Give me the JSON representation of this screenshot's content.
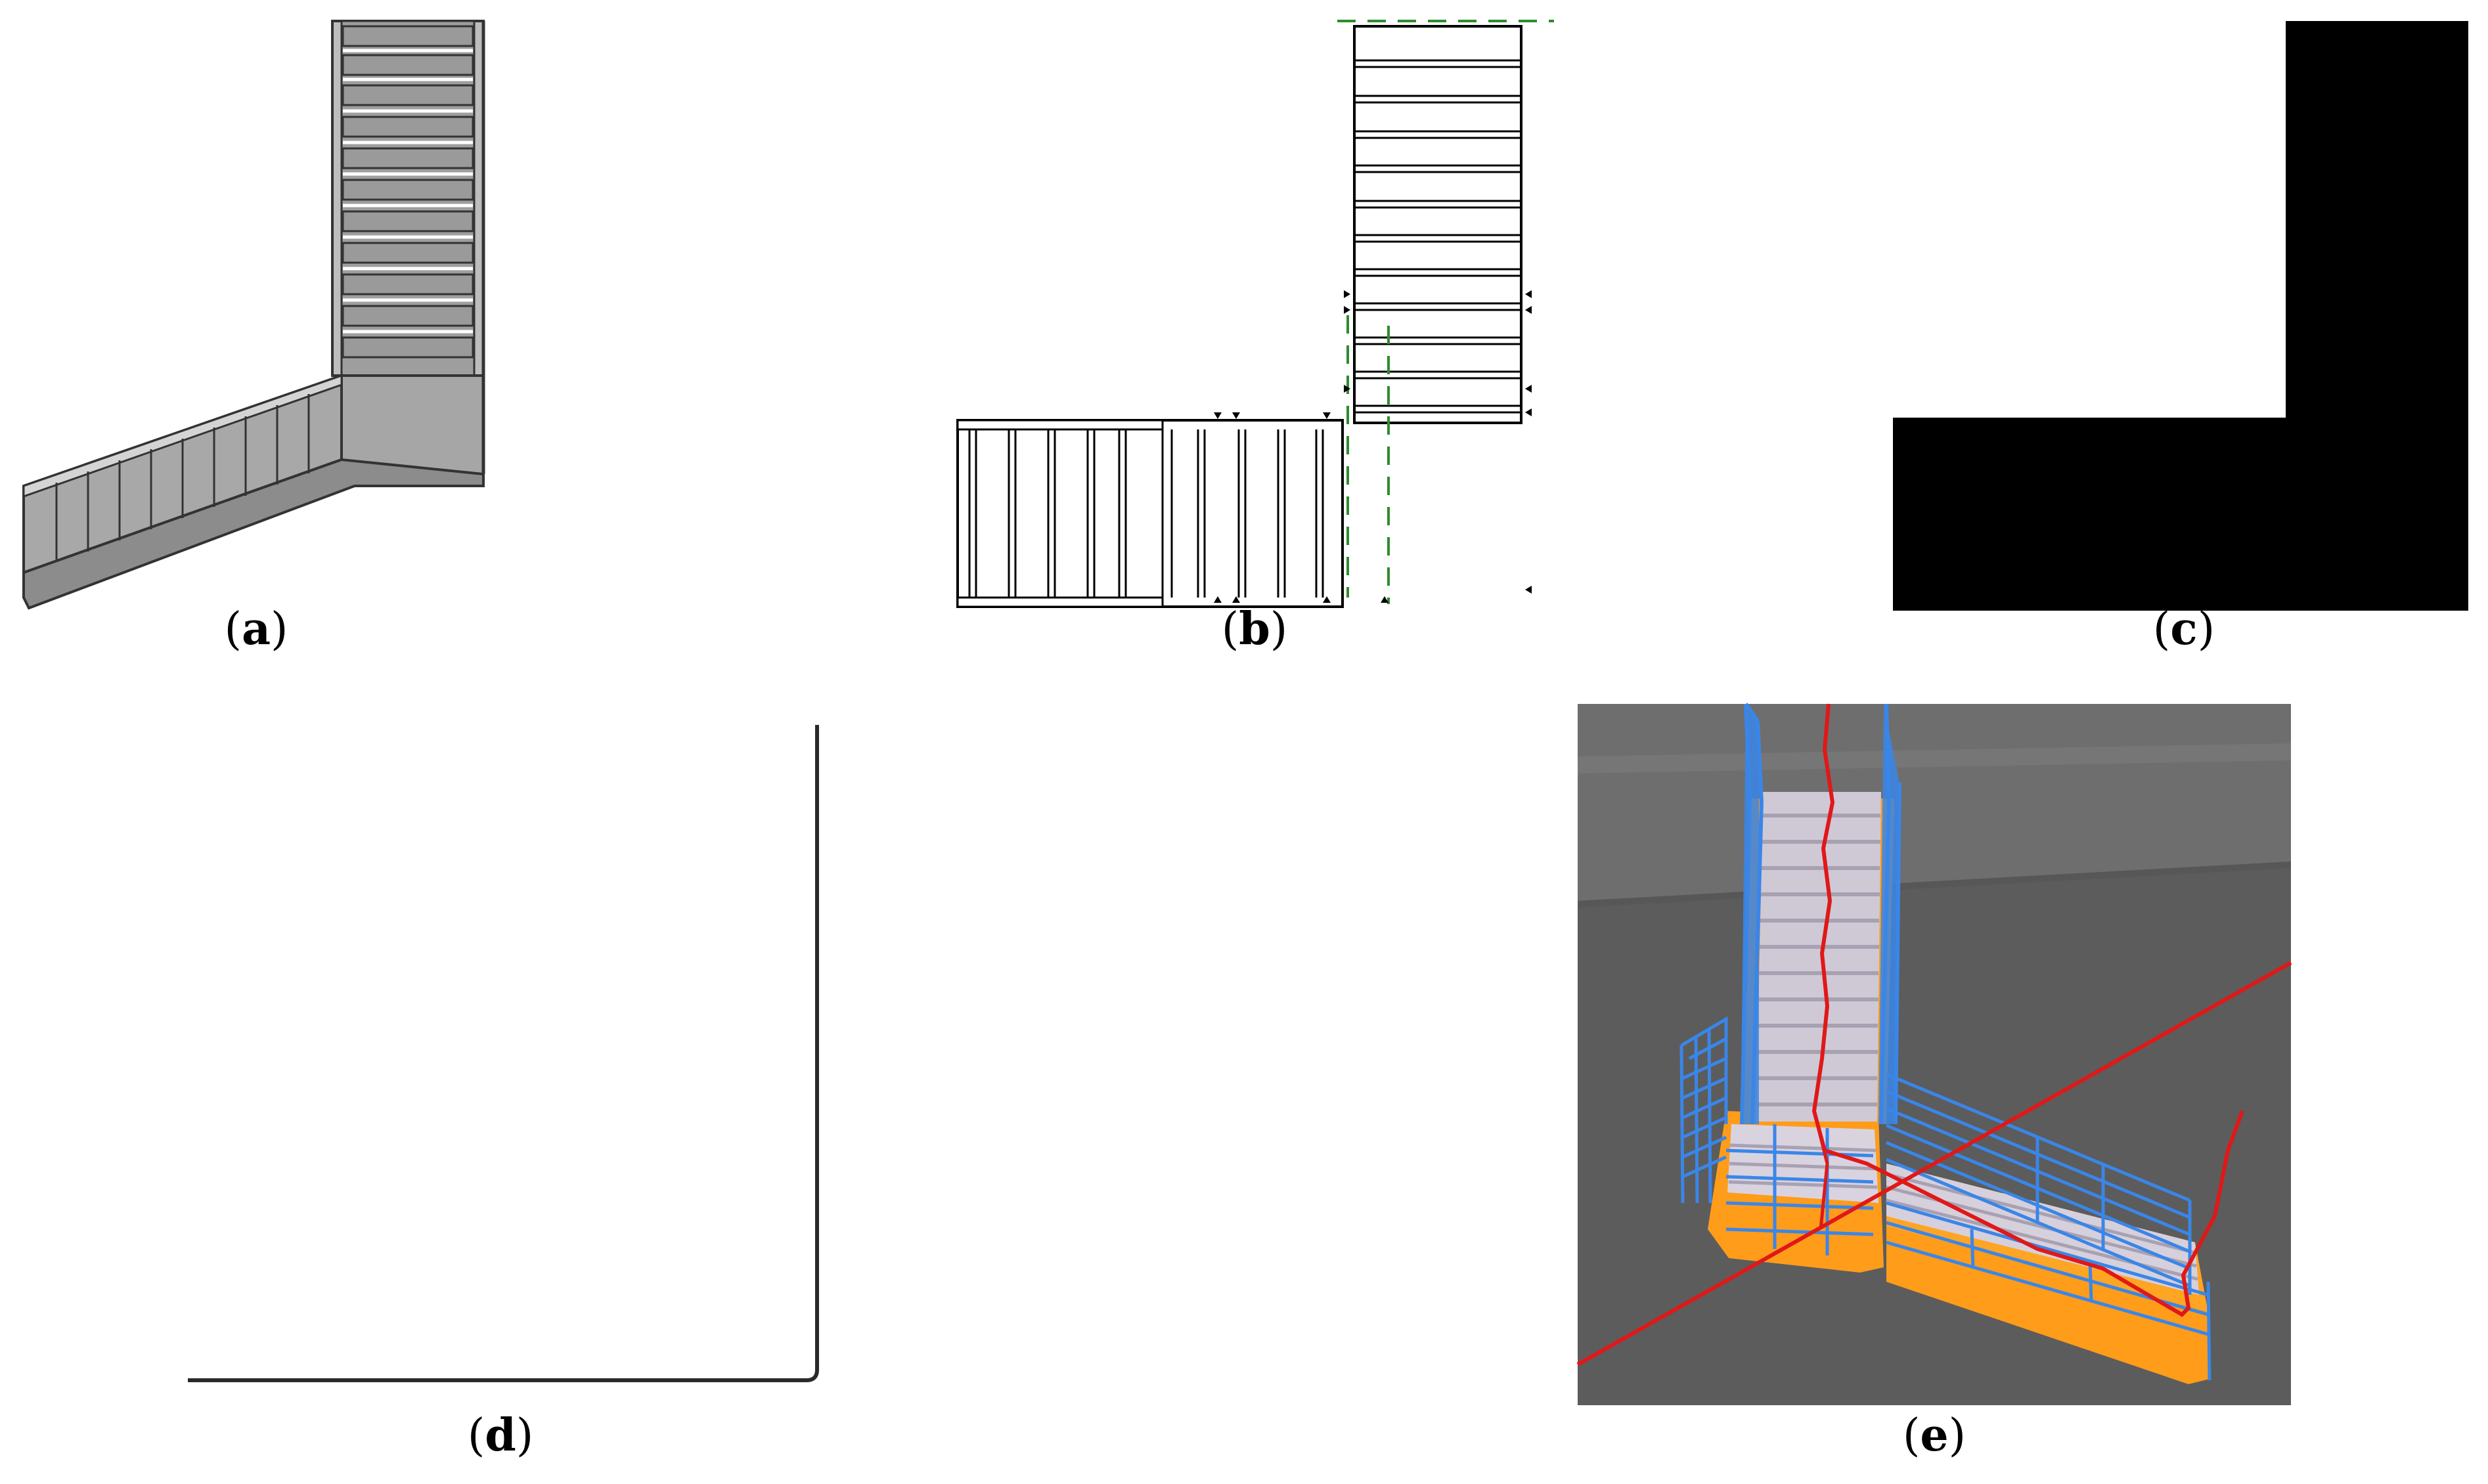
{
  "figure": {
    "panels": [
      {
        "id": "a",
        "letter": "a",
        "caption_open": "(",
        "caption_close": ")",
        "kind": "3d-gray-model"
      },
      {
        "id": "b",
        "letter": "b",
        "caption_open": "(",
        "caption_close": ")",
        "kind": "plan-line-drawing"
      },
      {
        "id": "c",
        "letter": "c",
        "caption_open": "(",
        "caption_close": ")",
        "kind": "black-silhouette"
      },
      {
        "id": "d",
        "letter": "d",
        "caption_open": "(",
        "caption_close": ")",
        "kind": "outline"
      },
      {
        "id": "e",
        "letter": "e",
        "caption_open": "(",
        "caption_close": ")",
        "kind": "3d-rendered-model"
      }
    ],
    "colors": {
      "gray_model": "#a8a8a8",
      "gray_dark": "#5a5a5a",
      "dashed_green": "#2e8b2e",
      "silhouette": "#000000",
      "render_bg": "#5c5c5c",
      "render_far": "#6d6d6d",
      "railing_blue": "#3a86e8",
      "base_orange": "#ff9c1a",
      "treads": "#cfc9d6",
      "path_red": "#e01818"
    }
  }
}
